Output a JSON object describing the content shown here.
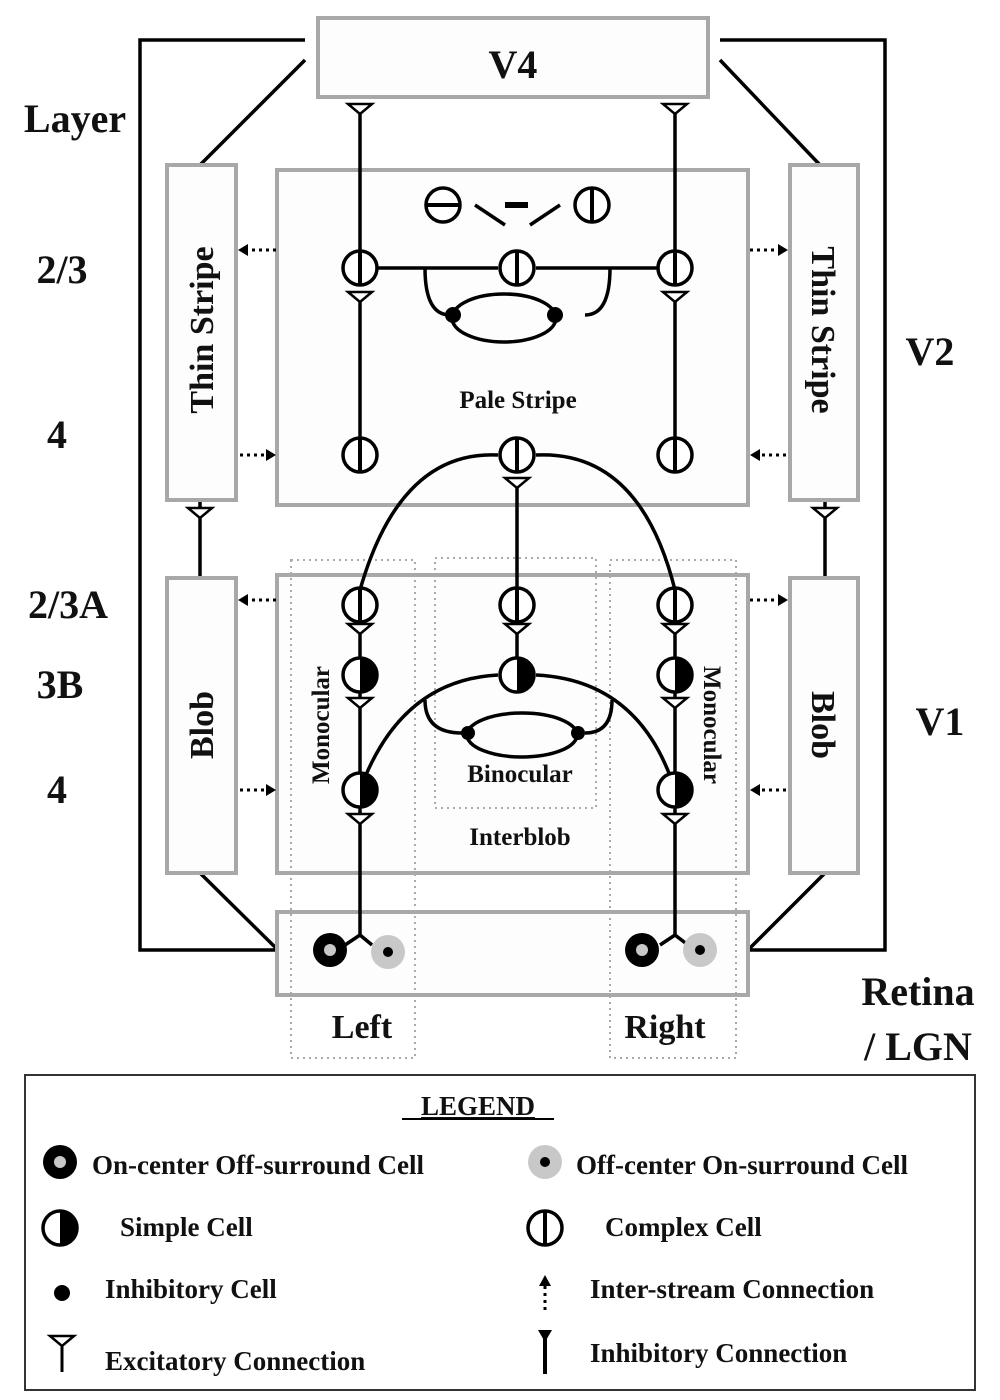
{
  "regions": {
    "v4": "V4",
    "thin_stripe": "Thin Stripe",
    "pale_stripe": "Pale Stripe",
    "blob": "Blob",
    "monocular": "Monocular",
    "binocular": "Binocular",
    "interblob": "Interblob",
    "left": "Left",
    "right": "Right"
  },
  "area_labels": {
    "v2": "V2",
    "v1": "V1",
    "retina": "Retina",
    "lgn": "/ LGN"
  },
  "layers": {
    "title": "Layer",
    "l23": "2/3",
    "l4_v2": "4",
    "l23a": "2/3A",
    "l3b": "3B",
    "l4_v1": "4"
  },
  "legend": {
    "title": "LEGEND",
    "items": [
      {
        "icon": "on-center-cell-icon",
        "label": "On-center Off-surround Cell"
      },
      {
        "icon": "off-center-cell-icon",
        "label": "Off-center On-surround Cell"
      },
      {
        "icon": "simple-cell-icon",
        "label": "Simple Cell"
      },
      {
        "icon": "complex-cell-icon",
        "label": "Complex Cell"
      },
      {
        "icon": "inhibitory-cell-icon",
        "label": "Inhibitory Cell"
      },
      {
        "icon": "inter-stream-arrow-icon",
        "label": "Inter-stream Connection"
      },
      {
        "icon": "excitatory-terminal-icon",
        "label": "Excitatory Connection"
      },
      {
        "icon": "inhibitory-terminal-icon",
        "label": "Inhibitory Connection"
      }
    ]
  },
  "colors": {
    "box_border": "#a8a8a8",
    "surround_gray": "#c8c8c8",
    "ink": "#000000"
  }
}
